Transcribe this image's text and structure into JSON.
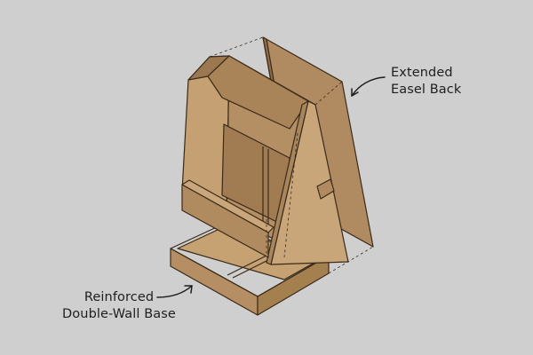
{
  "diagram": {
    "subject": "cardboard easel display stand",
    "background_color": "#cfcfcf",
    "colors": {
      "cardboard_light": "#c9a77b",
      "cardboard_mid": "#b8936a",
      "cardboard_dark": "#9e7a52",
      "outline": "#3b2a1a",
      "text": "#1e1e1e"
    },
    "callouts": [
      {
        "id": "easel-back",
        "line1": "Extended",
        "line2": "Easel Back",
        "arrow": "curved-arrow-icon"
      },
      {
        "id": "base",
        "line1": "Reinforced",
        "line2": "Double-Wall Base",
        "arrow": "curved-arrow-icon"
      }
    ]
  }
}
